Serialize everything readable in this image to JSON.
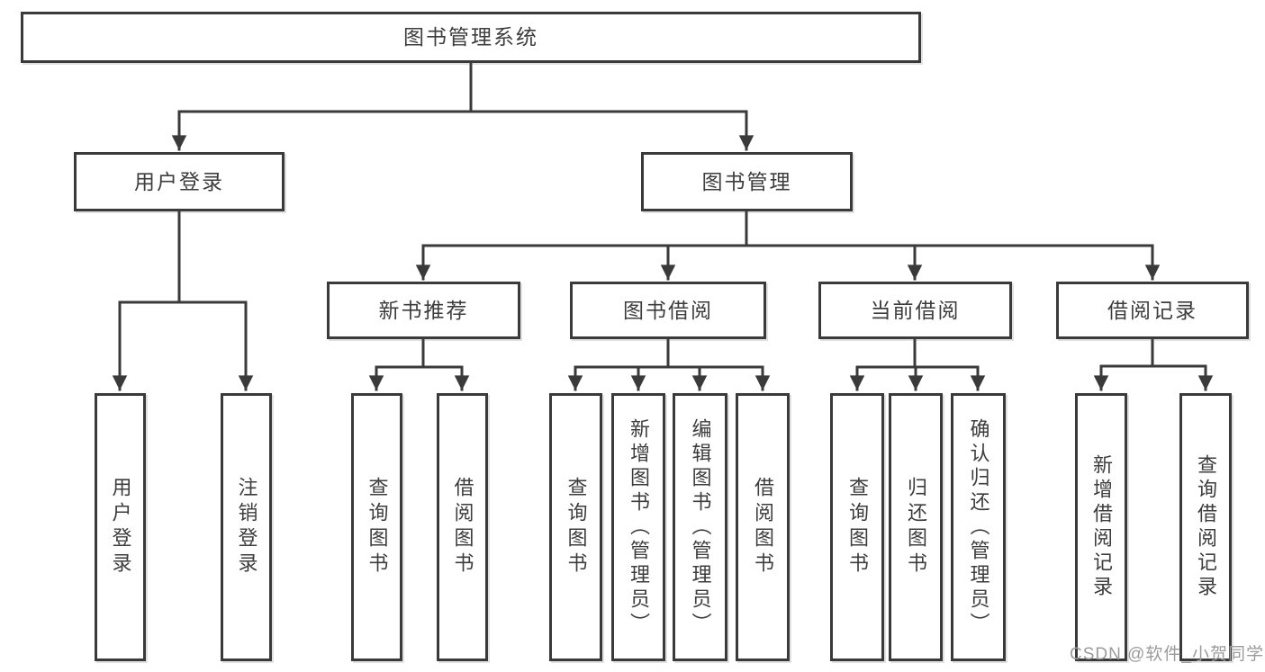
{
  "diagram": {
    "type": "hierarchy-functional-structure",
    "title": "图书管理系统",
    "tree": {
      "label": "图书管理系统",
      "children": [
        {
          "label": "用户登录",
          "children": [
            {
              "label": "用户登录"
            },
            {
              "label": "注销登录"
            }
          ]
        },
        {
          "label": "图书管理",
          "children": [
            {
              "label": "新书推荐",
              "children": [
                {
                  "label": "查询图书"
                },
                {
                  "label": "借阅图书"
                }
              ]
            },
            {
              "label": "图书借阅",
              "children": [
                {
                  "label": "查询图书"
                },
                {
                  "label": "新增图书（管理员）"
                },
                {
                  "label": "编辑图书（管理员）"
                },
                {
                  "label": "借阅图书"
                }
              ]
            },
            {
              "label": "当前借阅",
              "children": [
                {
                  "label": "查询图书"
                },
                {
                  "label": "归还图书"
                },
                {
                  "label": "确认归还（管理员）"
                }
              ]
            },
            {
              "label": "借阅记录",
              "children": [
                {
                  "label": "新增借阅记录"
                },
                {
                  "label": "查询借阅记录"
                }
              ]
            }
          ]
        }
      ]
    },
    "colors": {
      "background": "#ffffff",
      "line": "#3a3a3a",
      "box_border": "#3a3a3a",
      "box_fill": "#ffffff",
      "text": "#3d3d3d"
    }
  },
  "watermark": {
    "text": "CSDN @软件_小贺同学",
    "color": "#9b9b9b"
  }
}
